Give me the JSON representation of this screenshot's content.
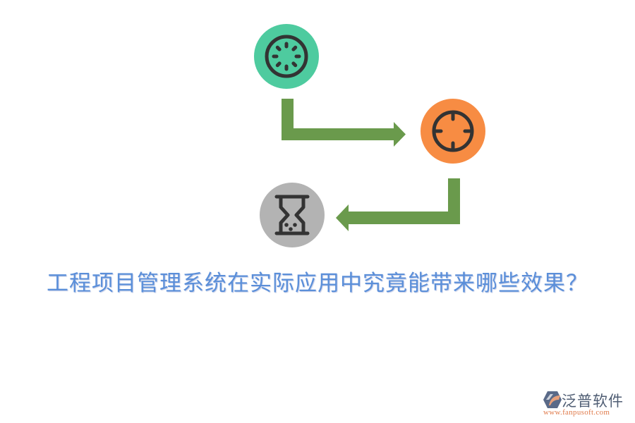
{
  "colors": {
    "background": "#ffffff",
    "arrow": "#6a9a4c",
    "node_green": "#4ecb9f",
    "node_orange": "#f78c43",
    "node_gray": "#b3b3b3",
    "icon_stroke": "#333333",
    "title": "#5b8fd9",
    "logo_text": "#4f5d73",
    "logo_url": "#e07a4a"
  },
  "diagram": {
    "nodes": [
      {
        "id": "start",
        "icon": "loading-spinner-icon",
        "color": "#4ecb9f"
      },
      {
        "id": "target",
        "icon": "crosshair-target-icon",
        "color": "#f78c43"
      },
      {
        "id": "time",
        "icon": "hourglass-icon",
        "color": "#b3b3b3"
      }
    ],
    "edges": [
      {
        "from": "start",
        "to": "target",
        "shape": "down-then-right"
      },
      {
        "from": "target",
        "to": "time",
        "shape": "down-then-left"
      }
    ]
  },
  "title": {
    "text": "工程项目管理系统在实际应用中究竟能带来哪些效果？"
  },
  "logo": {
    "name": "泛普软件",
    "url": "www.fanpusoft.com"
  }
}
